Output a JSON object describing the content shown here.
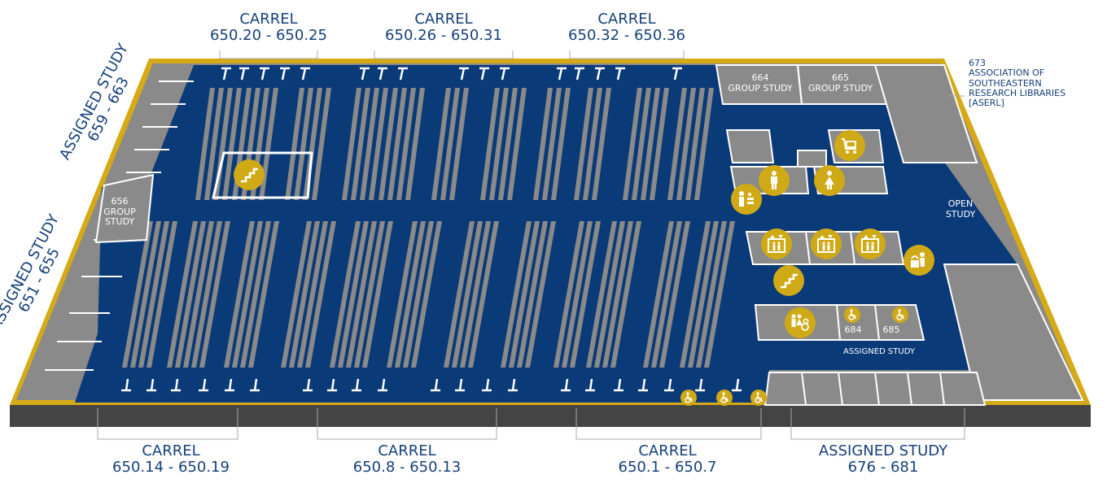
{
  "map_title": "",
  "colors": {
    "floor": "#0a3a78",
    "outer_border": "#d6aa16",
    "shelving": "#8a8a8a",
    "room": "#8a8a8a",
    "base_dark": "#444444",
    "label_text": "#15407a",
    "icon_fill": "#d0a916"
  },
  "labels": {
    "carrel_top_left": {
      "title": "CARREL",
      "range": "650.20 - 650.25"
    },
    "carrel_top_mid": {
      "title": "CARREL",
      "range": "650.26 - 650.31"
    },
    "carrel_top_right": {
      "title": "CARREL",
      "range": "650.32 - 650.36"
    },
    "carrel_bottom_left": {
      "title": "CARREL",
      "range": "650.14 - 650.19"
    },
    "carrel_bottom_mid": {
      "title": "CARREL",
      "range": "650.8 - 650.13"
    },
    "carrel_bottom_right": {
      "title": "CARREL",
      "range": "650.1 - 650.7"
    },
    "assigned_bottom": {
      "title": "ASSIGNED STUDY",
      "range": "676 - 681"
    },
    "assigned_left_top": {
      "title": "ASSIGNED STUDY",
      "range": "659 - 663"
    },
    "assigned_left_bottom": {
      "title": "ASSIGNED STUDY",
      "range": "651 - 655"
    },
    "room_673": {
      "line1": "673",
      "line2": "ASSOCIATION OF",
      "line3": "SOUTHEASTERN",
      "line4": "RESEARCH LIBRARIES",
      "line5": "[ASERL]"
    },
    "room_656": {
      "line1": "656",
      "line2": "GROUP",
      "line3": "STUDY"
    },
    "room_664": {
      "line1": "664",
      "line2": "GROUP STUDY"
    },
    "room_665": {
      "line1": "665",
      "line2": "GROUP STUDY"
    },
    "open_study": {
      "line1": "OPEN",
      "line2": "STUDY"
    },
    "room_684": "684",
    "room_685": "685",
    "assigned_study_small": "ASSIGNED STUDY"
  },
  "icons": [
    {
      "name": "stairs-icon",
      "count": 2
    },
    {
      "name": "book-cart-icon",
      "count": 1
    },
    {
      "name": "restroom-men-icon",
      "count": 1
    },
    {
      "name": "restroom-women-icon",
      "count": 1
    },
    {
      "name": "information-desk-icon",
      "count": 1
    },
    {
      "name": "elevator-icon",
      "count": 3
    },
    {
      "name": "water-fountain-icon",
      "count": 1
    },
    {
      "name": "family-restroom-icon",
      "count": 1
    },
    {
      "name": "wheelchair-accessible-icon",
      "count": 5
    }
  ]
}
